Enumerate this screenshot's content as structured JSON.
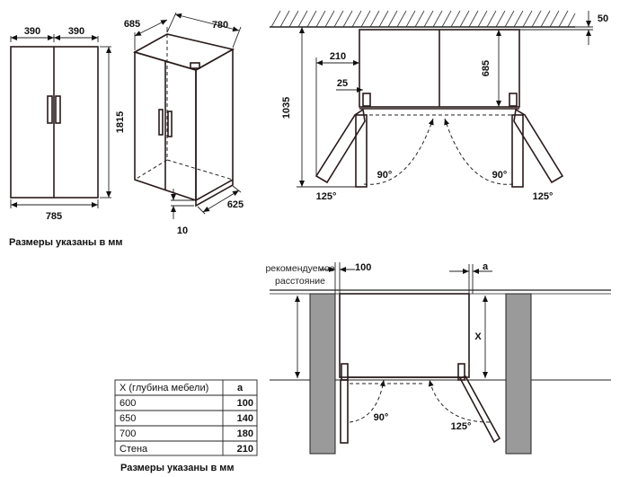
{
  "front_view": {
    "width_left": "390",
    "width_right": "390",
    "total_width": "785",
    "height": "1815"
  },
  "iso_view": {
    "depth_top": "685",
    "width_top": "780",
    "depth_bottom": "625",
    "foot_height": "10"
  },
  "caption_top": "Размеры указаны в мм",
  "plan_view": {
    "wall_gap": "50",
    "door_width": "210",
    "height_full": "1035",
    "body_depth": "685",
    "hinge_offset": "25",
    "angle_open_left": "90°",
    "angle_open_right": "90°",
    "angle_max_left": "125°",
    "angle_max_right": "125°"
  },
  "install_view": {
    "note_line1": "рекомендуемое",
    "note_line2": "расстояние",
    "clearance": "100",
    "gap_label": "a",
    "depth_label": "X",
    "angle_90": "90°",
    "angle_125": "125°"
  },
  "table": {
    "headers": [
      "X (глубина мебели)",
      "a"
    ],
    "rows": [
      [
        "600",
        "100"
      ],
      [
        "650",
        "140"
      ],
      [
        "700",
        "180"
      ],
      [
        "Стена",
        "210"
      ]
    ]
  },
  "caption_bottom": "Размеры указаны в мм"
}
